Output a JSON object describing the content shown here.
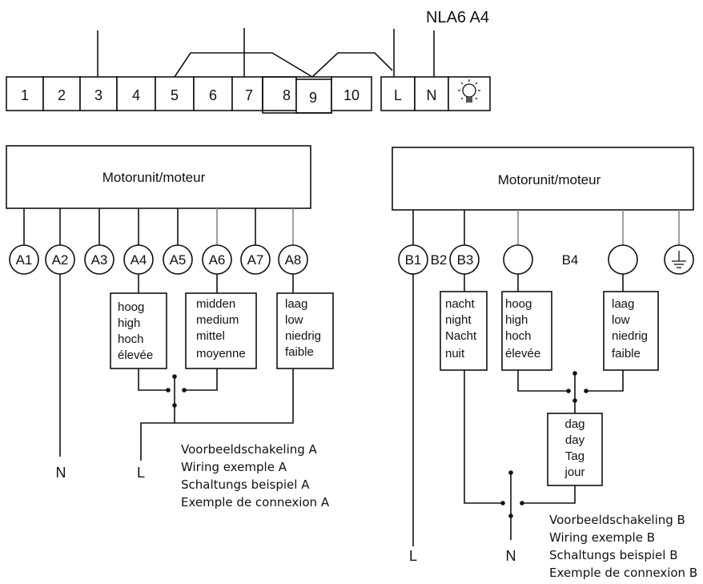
{
  "model_label": "NLA6 A4",
  "terminals": [
    "1",
    "2",
    "3",
    "4",
    "5",
    "6",
    "7",
    "8",
    "9",
    "10",
    "L",
    "N"
  ],
  "motor_label": "Motorunit/moteur",
  "a_terminals": [
    "A1",
    "A2",
    "A3",
    "A4",
    "A5",
    "A6",
    "A7",
    "A8"
  ],
  "b_terminals": [
    "B1",
    "B2",
    "B3",
    "B4"
  ],
  "speed_high": [
    "hoog",
    "high",
    "hoch",
    "élevée"
  ],
  "speed_medium": [
    "midden",
    "medium",
    "mittel",
    "moyenne"
  ],
  "speed_low": [
    "laag",
    "low",
    "niedrig",
    "faible"
  ],
  "night": [
    "nacht",
    "night",
    "Nacht",
    "nuit"
  ],
  "day": [
    "dag",
    "day",
    "Tag",
    "jour"
  ],
  "n_label": "N",
  "l_label": "L",
  "caption_a": [
    "Voorbeeldschakeling A",
    "Wiring exemple A",
    "Schaltungs beispiel A",
    "Exemple de connexion A"
  ],
  "caption_b": [
    "Voorbeeldschakeling B",
    "Wiring exemple B",
    "Schaltungs beispiel B",
    "Exemple de connexion B"
  ],
  "lamp_icon": "lamp-icon",
  "ground_icon": "ground-icon"
}
